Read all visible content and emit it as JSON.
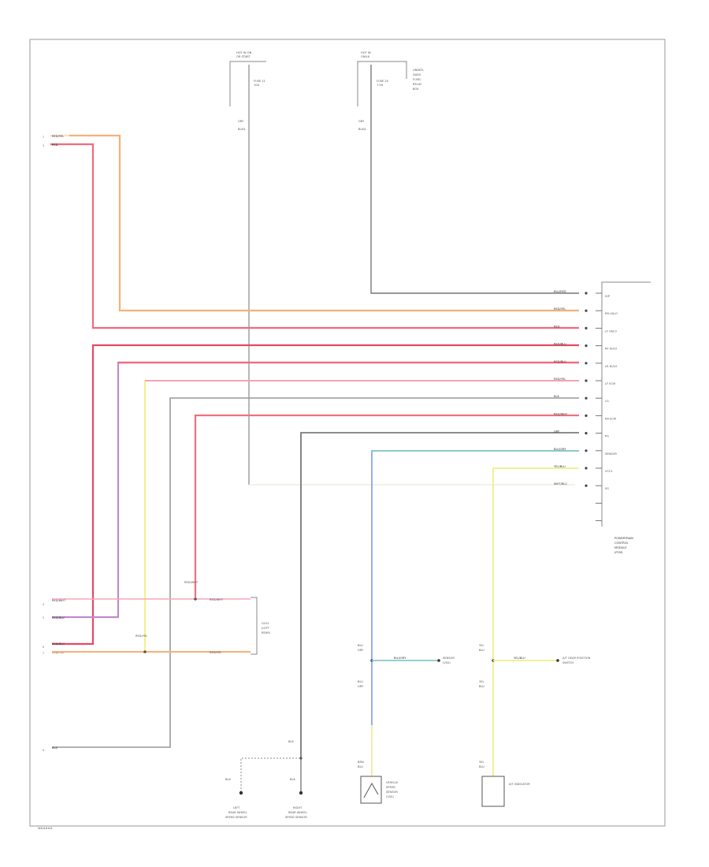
{
  "diagram": {
    "footer_code": "W#####",
    "top_fuses": [
      {
        "header": [
          "HOT IN ON",
          "OR START"
        ],
        "fuse": [
          "FUSE 11",
          "10A"
        ],
        "wire": [
          "GRY",
          "BLK/L"
        ]
      },
      {
        "header": [
          "HOT IN",
          "ON/LK"
        ],
        "fuse": [
          "FUSE 20",
          "7.5A"
        ],
        "wire": [
          "GRY",
          "BLK/L"
        ]
      }
    ],
    "fuse_box_note": [
      "UNDER-",
      "DASH",
      "FUSE/",
      "RELAY",
      "BOX"
    ],
    "left_terminals": [
      "RED/YEL",
      "RED",
      "RED/BLU",
      "RED/BLU",
      "RED/WHT",
      "RED/YEL",
      "BLK"
    ],
    "module_name": [
      "POWERTRAIN",
      "CONTROL",
      "MODULE",
      "(PCM)"
    ],
    "module_pins": [
      {
        "wire": "BLU/RED",
        "name": "IGP"
      },
      {
        "wire": "RED/YEL",
        "name": "RR HI/LO"
      },
      {
        "wire": "RED",
        "name": "LF HI/LO"
      },
      {
        "wire": "RED/BLU",
        "name": "RF HI/LO"
      },
      {
        "wire": "RED/BLU",
        "name": "LR HI/LO"
      },
      {
        "wire": "RED/YEL",
        "name": "LF ECM"
      },
      {
        "wire": "BLK",
        "name": "LG"
      },
      {
        "wire": "RED/WHT",
        "name": "RR ECM"
      },
      {
        "wire": "GRY",
        "name": "PG"
      },
      {
        "wire": "BLU/GRY",
        "name": "SENSOR"
      },
      {
        "wire": "YEL/BLU",
        "name": "VCC1"
      },
      {
        "wire": "WHT/BLU",
        "name": "SG"
      },
      {
        "wire": "",
        "name": ""
      },
      {
        "wire": "",
        "name": ""
      }
    ],
    "rear_wheel_speed_labels": [
      "RED/WHT",
      "RED/BLU",
      "RED/YEL",
      "RED/WHT",
      "RED/YEL"
    ],
    "splice_labels": [
      "RED/WHT",
      "RED/YEL"
    ],
    "junction": [
      "G101",
      "(LEFT",
      "REAR)"
    ],
    "lower_labels": {
      "sensor_a": [
        "SENSOR",
        "(VSS)"
      ],
      "sensor_b": [
        "A/T GEAR POSITION",
        "SWITCH"
      ],
      "wire_a": "BLU/GRY",
      "wire_b": "YEL/BLU",
      "vss_label": [
        "VEHICLE",
        "SPEED",
        "SENSOR",
        "(VSS)"
      ],
      "indicator_label": "A/T INDICATOR",
      "ground_a": [
        "LEFT",
        "REAR WHEEL",
        "SPEED SENSOR"
      ],
      "ground_b": [
        "RIGHT",
        "REAR WHEEL",
        "SPEED SENSOR"
      ],
      "blk_labels": [
        "BLK",
        "BLK",
        "BLK"
      ]
    }
  }
}
